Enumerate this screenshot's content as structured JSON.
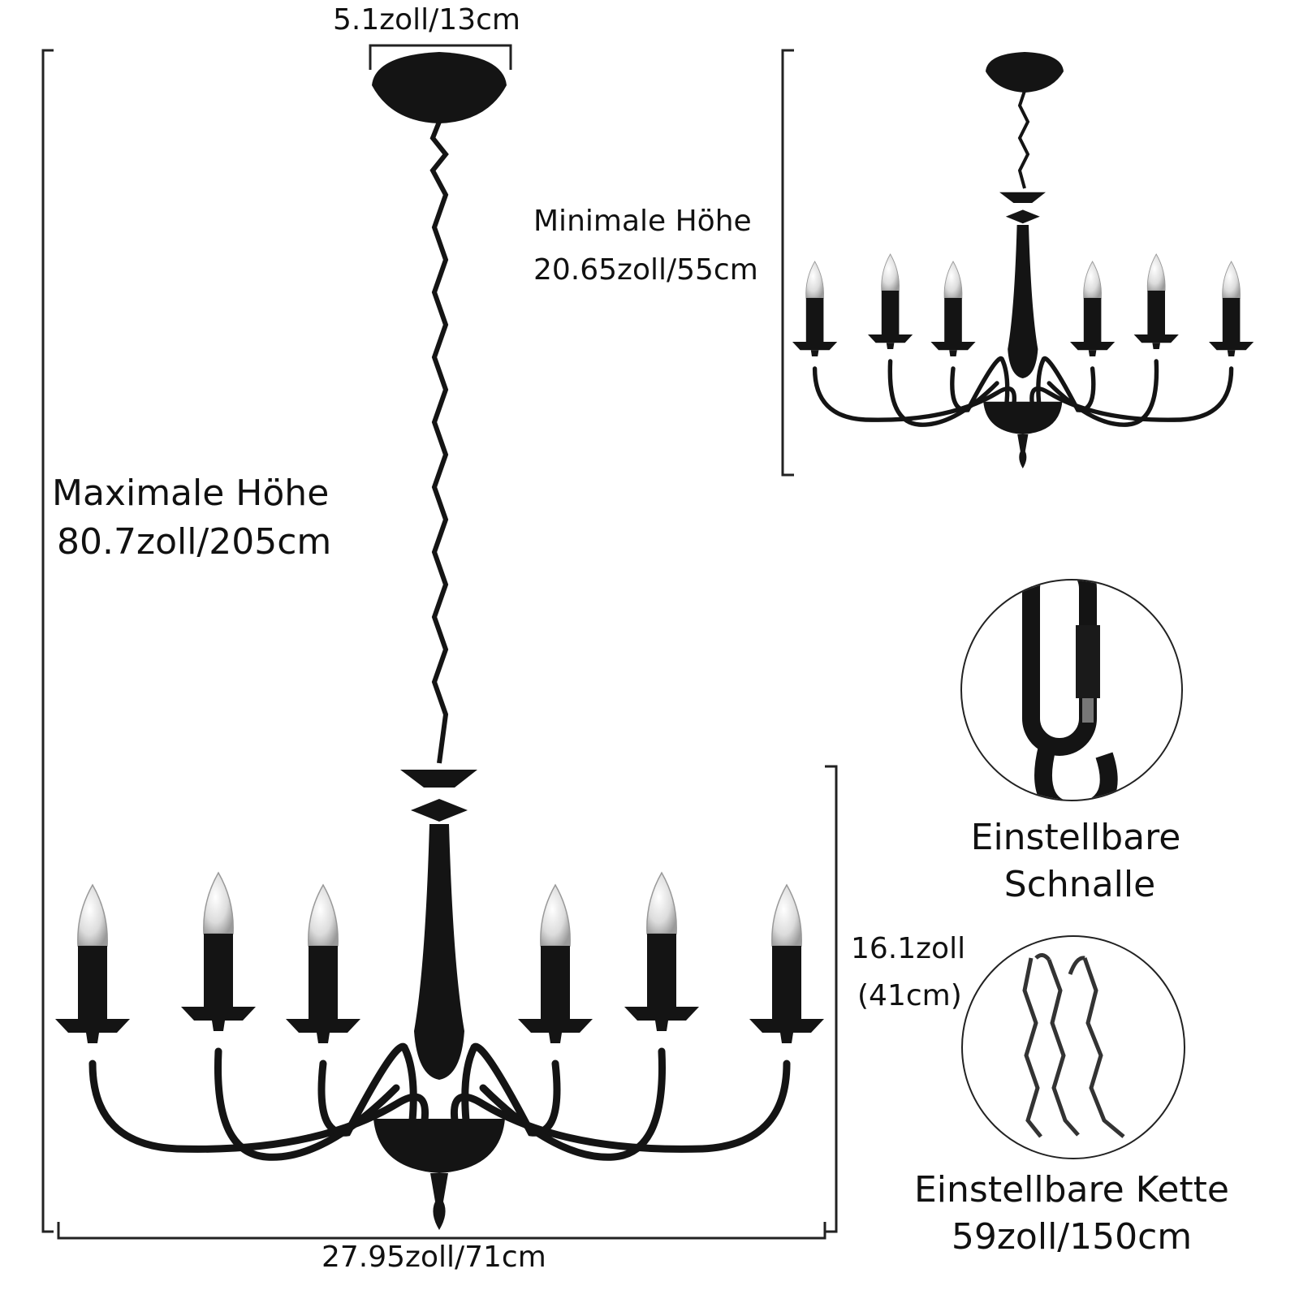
{
  "dimensions": {
    "canopy_width": "5.1zoll/13cm",
    "min_height_label": "Minimale Höhe",
    "min_height_value": "20.65zoll/55cm",
    "max_height_label": "Maximale Höhe",
    "max_height_value": "80.7zoll/205cm",
    "body_height_line1": "16.1zoll",
    "body_height_line2": "(41cm)",
    "width": "27.95zoll/71cm"
  },
  "details": {
    "buckle_line1": "Einstellbare",
    "buckle_line2": "Schnalle",
    "chain_line1": "Einstellbare Kette",
    "chain_line2": "59zoll/150cm"
  },
  "colors": {
    "fixture": "#141414",
    "bulb": "#d9d9d9",
    "line": "#222222"
  }
}
